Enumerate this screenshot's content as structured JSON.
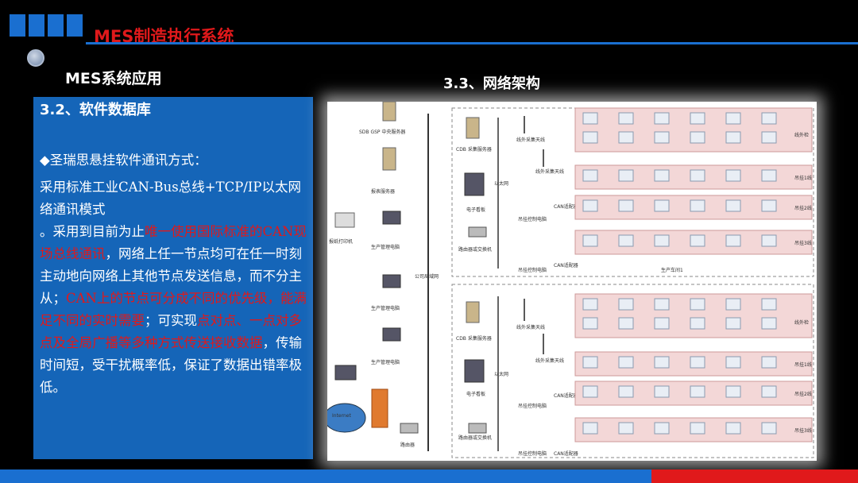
{
  "header": {
    "title": "MES制造执行系统",
    "subtitle": "MES系统应用",
    "title_color": "#e0191b",
    "accent_color": "#1a6fd0"
  },
  "left_panel": {
    "heading": "3.2、软件数据库",
    "bullet": "◆圣瑞思悬挂软件通讯方式：",
    "p1": "采用标准工业CAN-Bus总线+TCP/IP以太网络通讯模式",
    "p2a": "。采用到目前为止",
    "p2b": "唯一使用国际标准的CAN现场总线通讯",
    "p2c": "，网络上任一节点均可在任一时刻主动地向网络上其他节点发送信息，而不分主从；",
    "p2d": "CAN上的节点可分成不同的优先级，能满足不同的实时需要",
    "p2e": "；可实现",
    "p2f": "点对点、一点对多点及全局广播等多种方式传送接收数据",
    "p2g": "，传输时间短，受干扰概率低，保证了数据出错率极低。"
  },
  "right_panel": {
    "heading": "3.3、网络架构",
    "diagram_labels": {
      "sdb": "SDB GSP 中央服务器",
      "report": "报表服务器",
      "printer": "报纸打印机",
      "prod_pc": "生产管理电脑",
      "company_lan": "公司局域网",
      "prod_pc2": "生产管理电脑",
      "prod_pc3": "生产管理电脑",
      "internet": "Internet",
      "router": "路由器",
      "cdb1": "CDB 采集服务器",
      "cdb2": "CDB 采集服务器",
      "ant1": "线外采集天线",
      "ant2": "线外采集天线",
      "ant3": "线外采集天线",
      "ant4": "线外采集天线",
      "lan1": "以太网",
      "lan2": "以太网",
      "eboard1": "电子看板",
      "eboard2": "电子看板",
      "switch1": "路由器或交换机",
      "switch2": "路由器或交换机",
      "hpc1": "吊挂控制电脑",
      "hpc2": "吊挂控制电脑",
      "hpc3": "吊挂控制电脑",
      "hpc4": "吊挂控制电脑",
      "can1": "CAN适配器",
      "can2": "CAN适配器",
      "can3": "CAN适配器",
      "can4": "CAN适配器",
      "workshop": "生产车间1",
      "row_out": "线外检",
      "row1": "吊挂1线",
      "row2": "吊挂2线",
      "row3": "吊挂3线",
      "row_out_b": "线外检",
      "row1_b": "吊挂1线",
      "row2_b": "吊挂2线",
      "row3_b": "吊挂3线"
    }
  },
  "footer": {
    "blue": "#1a6fd0",
    "red": "#e0191b"
  }
}
